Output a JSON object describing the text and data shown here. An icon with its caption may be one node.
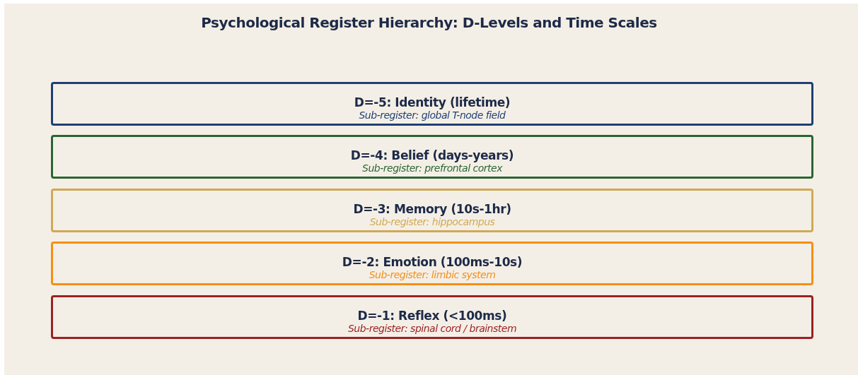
{
  "diagram": {
    "title": "Psychological Register Hierarchy: D-Levels and Time Scales",
    "nodes": [
      {
        "text": [
          "D=-5: Identity (lifetime)",
          "Sub-register: global T-node field"
        ]
      },
      {
        "text": [
          "D=-4: Belief (days-years)",
          "Sub-register: prefrontal cortex"
        ]
      },
      {
        "text": [
          "D=-3: Memory (10s-1hr)",
          "Sub-register: hippocampus"
        ]
      },
      {
        "text": [
          "D=-2: Emotion (100ms-10s)",
          "Sub-register: limbic system"
        ]
      },
      {
        "text": [
          "D=-1: Reflex (<100ms)",
          "Sub-register: spinal cord / brainstem"
        ]
      }
    ]
  }
}
